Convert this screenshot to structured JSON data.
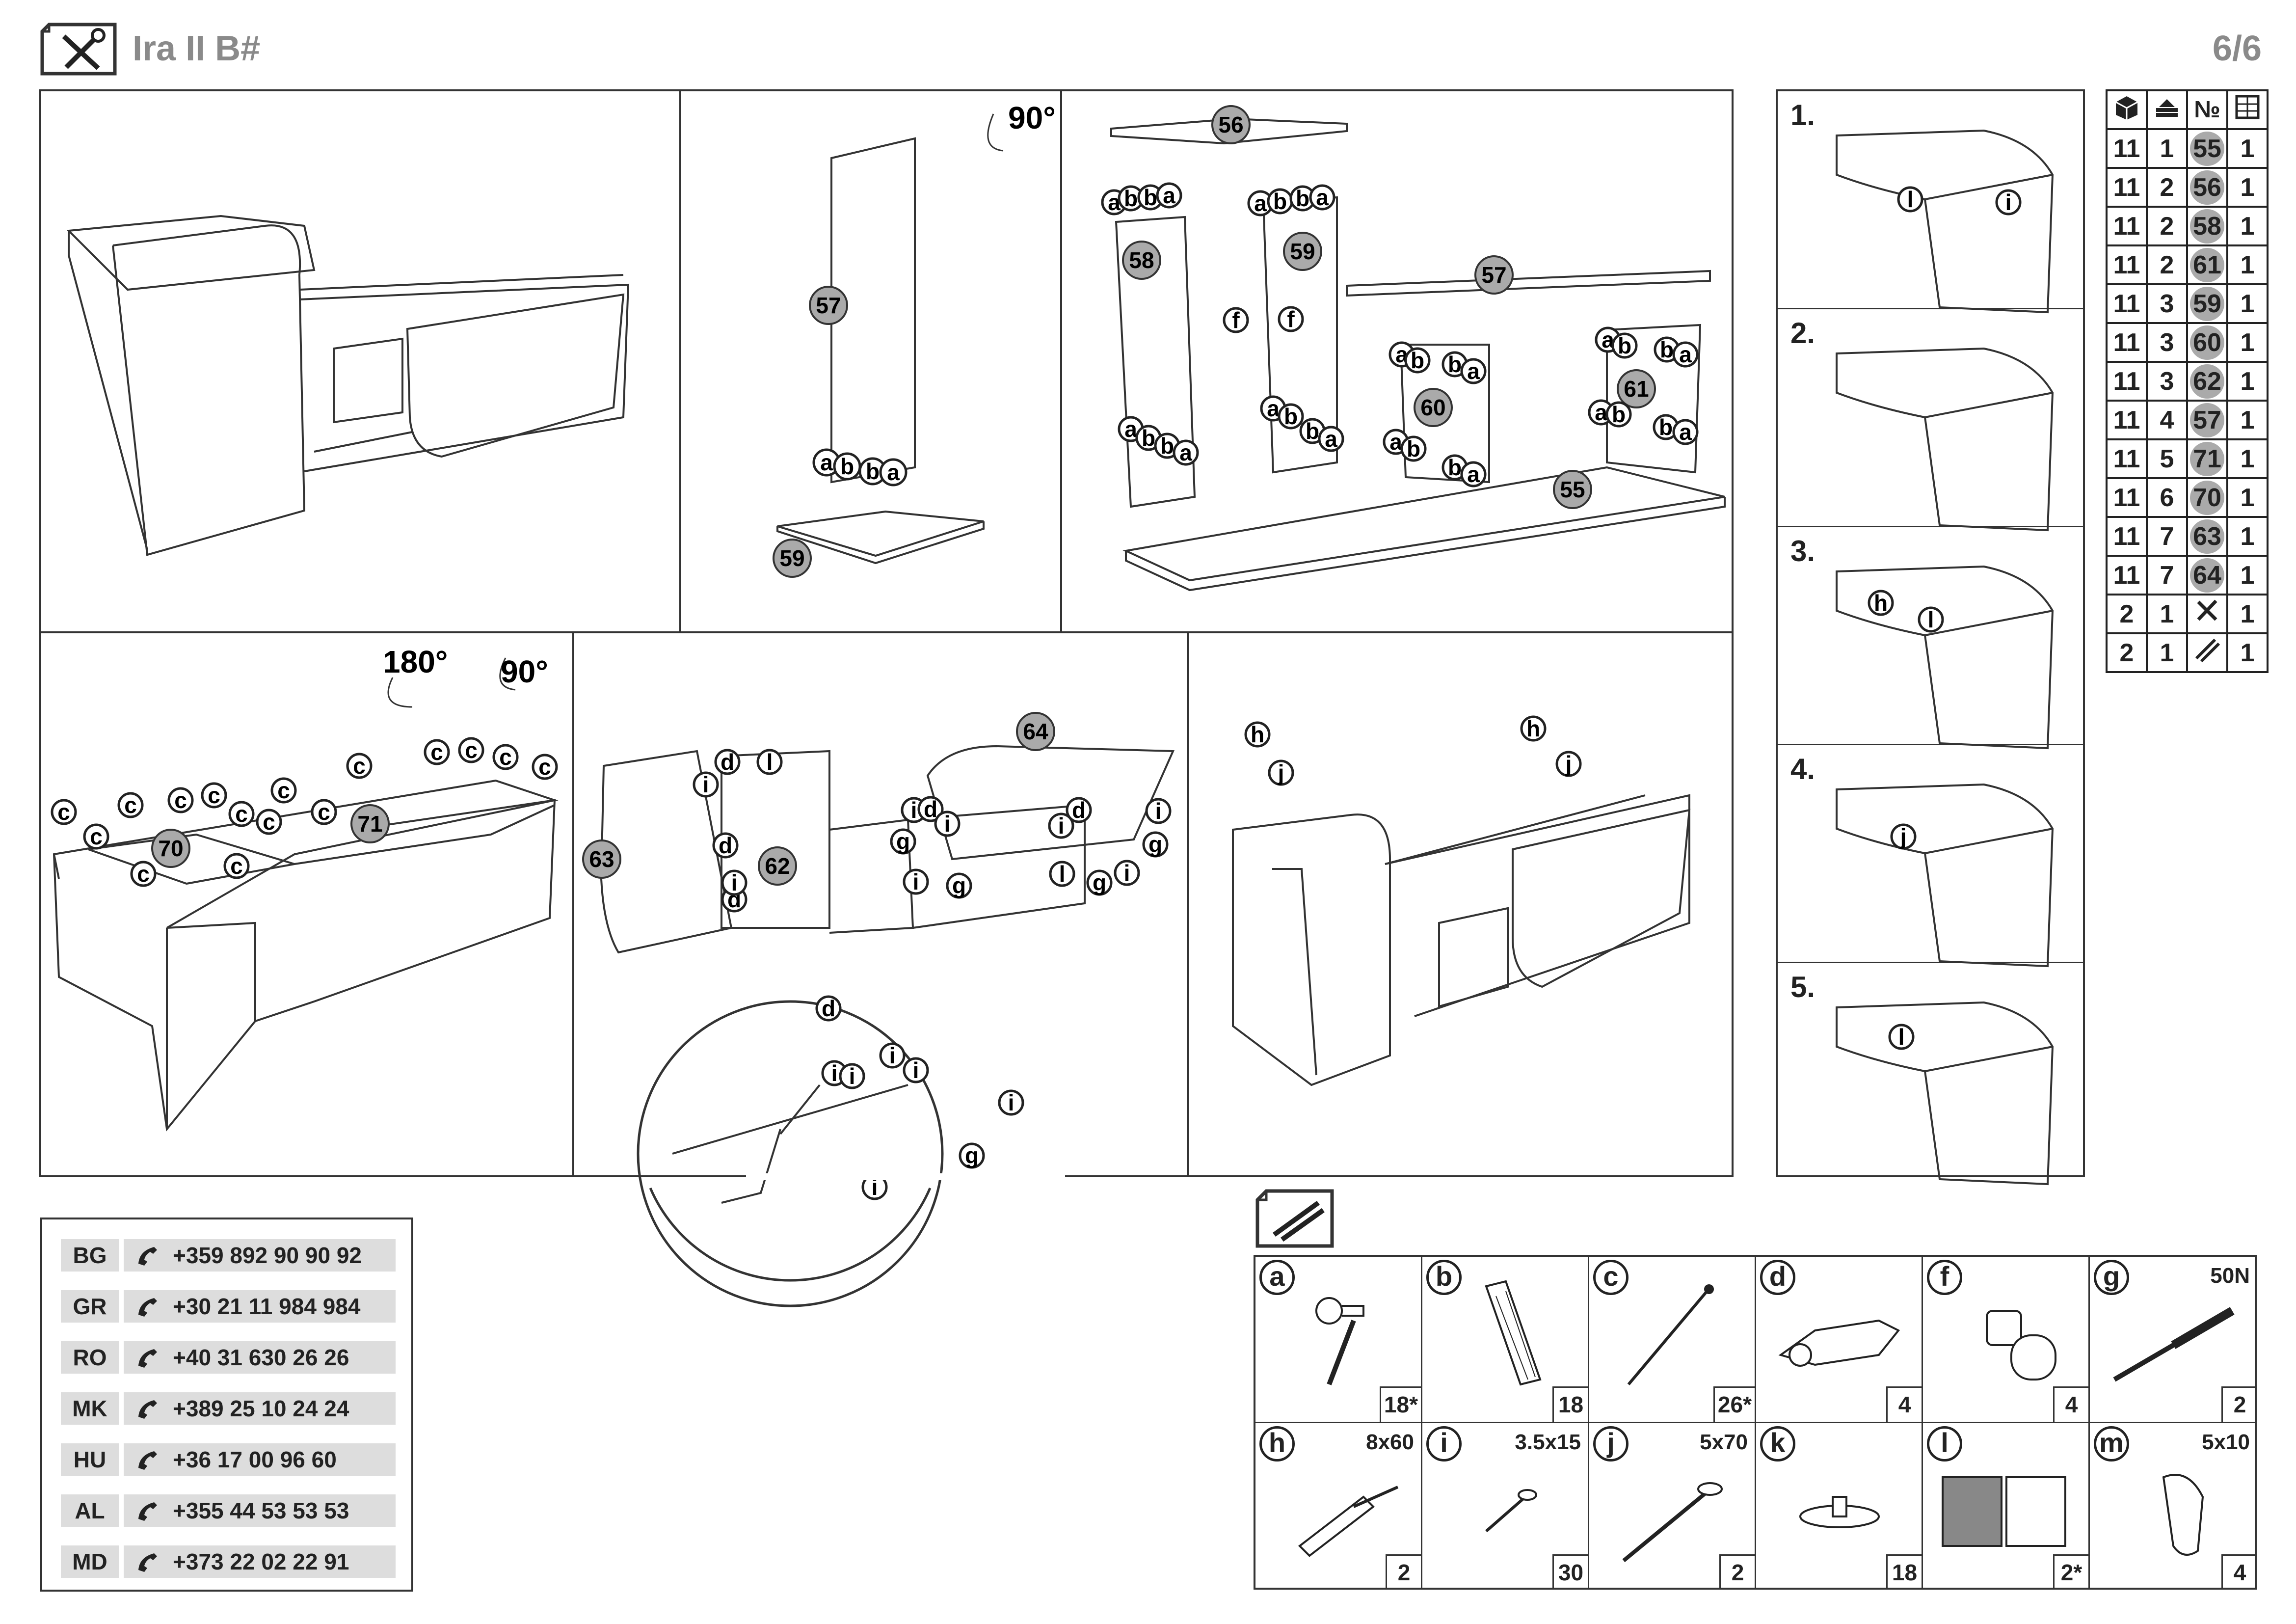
{
  "header": {
    "title": "Ira II B#",
    "page": "6/6"
  },
  "rotations": {
    "r90_a": "90°",
    "r180": "180°",
    "r90_b": "90°"
  },
  "panel_parts": {
    "p57": "57",
    "p59": "59",
    "p56": "56",
    "p58": "58",
    "p59b": "59",
    "p57b": "57",
    "p60": "60",
    "p61": "61",
    "p55": "55",
    "p70": "70",
    "p71": "71",
    "p63": "63",
    "p62": "62",
    "p64": "64"
  },
  "steps": [
    {
      "label": "1."
    },
    {
      "label": "2."
    },
    {
      "label": "3."
    },
    {
      "label": "4."
    },
    {
      "label": "5."
    }
  ],
  "parts_table": {
    "header_icons": [
      "box-icon",
      "stack-icon",
      "№",
      "checklist-icon"
    ],
    "header_no": "№",
    "rows": [
      {
        "box": "11",
        "pack": "1",
        "part": "55",
        "qty": "1"
      },
      {
        "box": "11",
        "pack": "2",
        "part": "56",
        "qty": "1"
      },
      {
        "box": "11",
        "pack": "2",
        "part": "58",
        "qty": "1"
      },
      {
        "box": "11",
        "pack": "2",
        "part": "61",
        "qty": "1"
      },
      {
        "box": "11",
        "pack": "3",
        "part": "59",
        "qty": "1"
      },
      {
        "box": "11",
        "pack": "3",
        "part": "60",
        "qty": "1"
      },
      {
        "box": "11",
        "pack": "3",
        "part": "62",
        "qty": "1"
      },
      {
        "box": "11",
        "pack": "4",
        "part": "57",
        "qty": "1"
      },
      {
        "box": "11",
        "pack": "5",
        "part": "71",
        "qty": "1"
      },
      {
        "box": "11",
        "pack": "6",
        "part": "70",
        "qty": "1"
      },
      {
        "box": "11",
        "pack": "7",
        "part": "63",
        "qty": "1"
      },
      {
        "box": "11",
        "pack": "7",
        "part": "64",
        "qty": "1"
      },
      {
        "box": "2",
        "pack": "1",
        "part": "tools-icon",
        "qty": "1"
      },
      {
        "box": "2",
        "pack": "1",
        "part": "rails-icon",
        "qty": "1"
      }
    ]
  },
  "contacts": [
    {
      "country": "BG",
      "phone": "+359 892 90 90 92"
    },
    {
      "country": "GR",
      "phone": "+30 21 11 984 984"
    },
    {
      "country": "RO",
      "phone": "+40 31 630 26 26"
    },
    {
      "country": "MK",
      "phone": "+389 25 10 24 24"
    },
    {
      "country": "HU",
      "phone": "+36 17 00 96 60"
    },
    {
      "country": "AL",
      "phone": "+355 44 53 53 53"
    },
    {
      "country": "MD",
      "phone": "+373 22 02 22 91"
    }
  ],
  "hardware": [
    {
      "letter": "a",
      "size": "",
      "count": "18*"
    },
    {
      "letter": "b",
      "size": "",
      "count": "18"
    },
    {
      "letter": "c",
      "size": "",
      "count": "26*"
    },
    {
      "letter": "d",
      "size": "",
      "count": "4"
    },
    {
      "letter": "f",
      "size": "",
      "count": "4"
    },
    {
      "letter": "g",
      "size": "50N",
      "count": "2"
    },
    {
      "letter": "h",
      "size": "8x60",
      "count": "2"
    },
    {
      "letter": "i",
      "size": "3.5x15",
      "count": "30"
    },
    {
      "letter": "j",
      "size": "5x70",
      "count": "2"
    },
    {
      "letter": "k",
      "size": "",
      "count": "18"
    },
    {
      "letter": "l",
      "size": "",
      "count": "2*"
    },
    {
      "letter": "m",
      "size": "5x10",
      "count": "4"
    }
  ]
}
